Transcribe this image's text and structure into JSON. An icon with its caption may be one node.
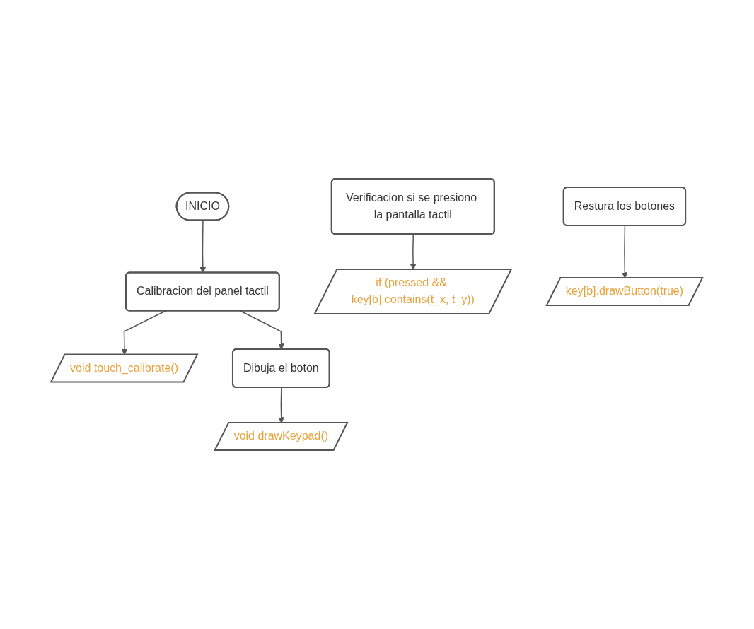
{
  "diagram": {
    "nodes": [
      {
        "text": [
          "INICIO"
        ]
      },
      {
        "text": [
          "Calibracion del panel tactil"
        ]
      },
      {
        "text": [
          "void touch_calibrate()"
        ]
      },
      {
        "text": [
          "Dibuja el boton"
        ]
      },
      {
        "text": [
          "void drawKeypad()"
        ]
      },
      {
        "text": [
          "Verificacion si se presiono la pantalla tactil"
        ]
      },
      {
        "text": [
          "if (pressed && key[b].contains(t_x, t_y))"
        ]
      },
      {
        "text": [
          "Restura los botones"
        ]
      },
      {
        "text": [
          "key[b].drawButton(true)"
        ]
      }
    ],
    "edges": [
      {
        "from": 0,
        "to": 1,
        "arrow": "to"
      },
      {
        "from": 1,
        "to": 2,
        "arrow": "to"
      },
      {
        "from": 1,
        "to": 3,
        "arrow": "to"
      },
      {
        "from": 3,
        "to": 4,
        "arrow": "to"
      },
      {
        "from": 5,
        "to": 6,
        "arrow": "to"
      },
      {
        "from": 7,
        "to": 8,
        "arrow": "to"
      }
    ]
  }
}
